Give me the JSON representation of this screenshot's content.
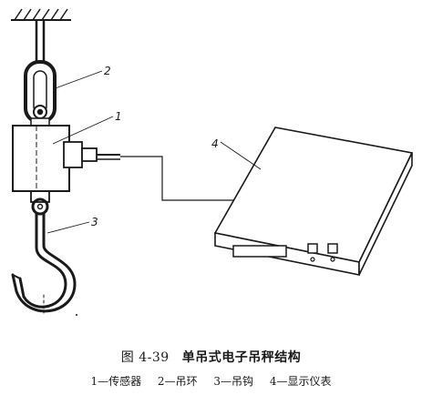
{
  "figure": {
    "number": "图 4-39",
    "title": "单吊式电子吊秤结构",
    "legend": [
      {
        "num": "1",
        "label": "传感器"
      },
      {
        "num": "2",
        "label": "吊环"
      },
      {
        "num": "3",
        "label": "吊钩"
      },
      {
        "num": "4",
        "label": "显示仪表"
      }
    ]
  },
  "callouts": [
    "1",
    "2",
    "3",
    "4"
  ]
}
